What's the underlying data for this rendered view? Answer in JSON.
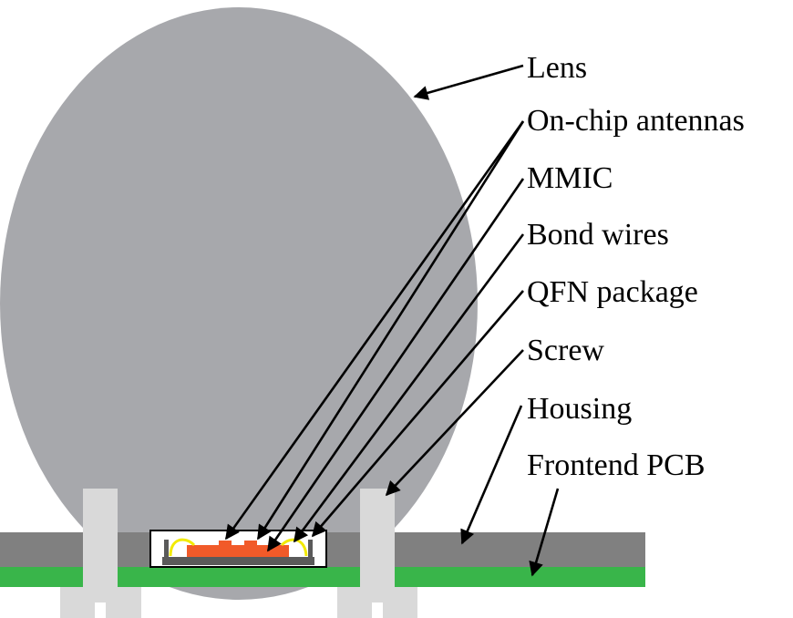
{
  "labels": {
    "lens": "Lens",
    "antennas": "On-chip antennas",
    "mmic": "MMIC",
    "bond_wires": "Bond wires",
    "qfn": "QFN package",
    "screw": "Screw",
    "housing": "Housing",
    "pcb": "Frontend PCB"
  },
  "colors": {
    "lens": "#a7a8ac",
    "housing": "#808080",
    "pcb": "#39b54a",
    "screw": "#d9d9d9",
    "mmic": "#f15a29",
    "bond_wire": "#f2ea00",
    "package_outline": "#000000",
    "package_base": "#5a5a5a"
  }
}
